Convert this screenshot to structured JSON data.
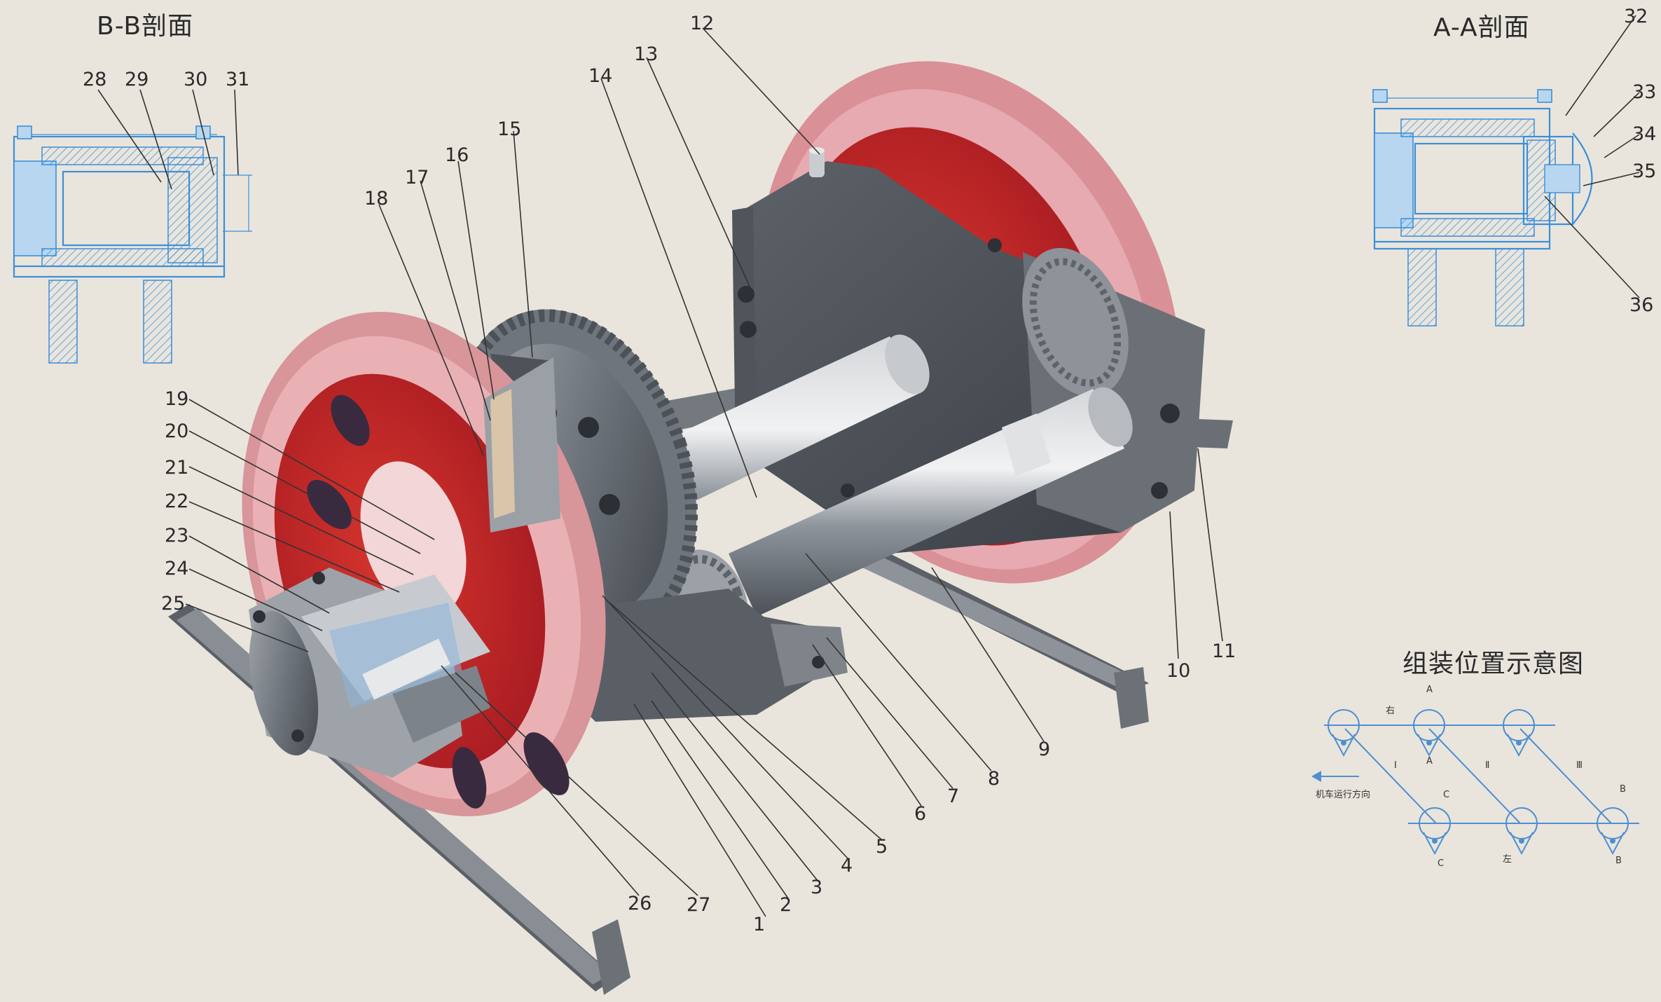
{
  "titles": {
    "bb": "B-B剖面",
    "aa": "A-A剖面",
    "assembly": "组装位置示意图"
  },
  "callouts": [
    "1",
    "2",
    "3",
    "4",
    "5",
    "6",
    "7",
    "8",
    "9",
    "10",
    "11",
    "12",
    "13",
    "14",
    "15",
    "16",
    "17",
    "18",
    "19",
    "20",
    "21",
    "22",
    "23",
    "24",
    "25",
    "26",
    "27",
    "28",
    "29",
    "30",
    "31",
    "32",
    "33",
    "34",
    "35",
    "36"
  ],
  "assembly_diagram": {
    "right_label": "右",
    "left_label": "左",
    "direction_label": "机车运行方向",
    "labels": [
      "A",
      "A",
      "C",
      "C",
      "B",
      "B",
      "Ⅰ",
      "Ⅱ",
      "Ⅲ"
    ]
  },
  "colors": {
    "background": "#e9e5dd",
    "wheel_red": "#c8282a",
    "wheel_rim": "#e8a4a8",
    "metal": "#8e949b",
    "blueprint": "#3b8fd9"
  }
}
